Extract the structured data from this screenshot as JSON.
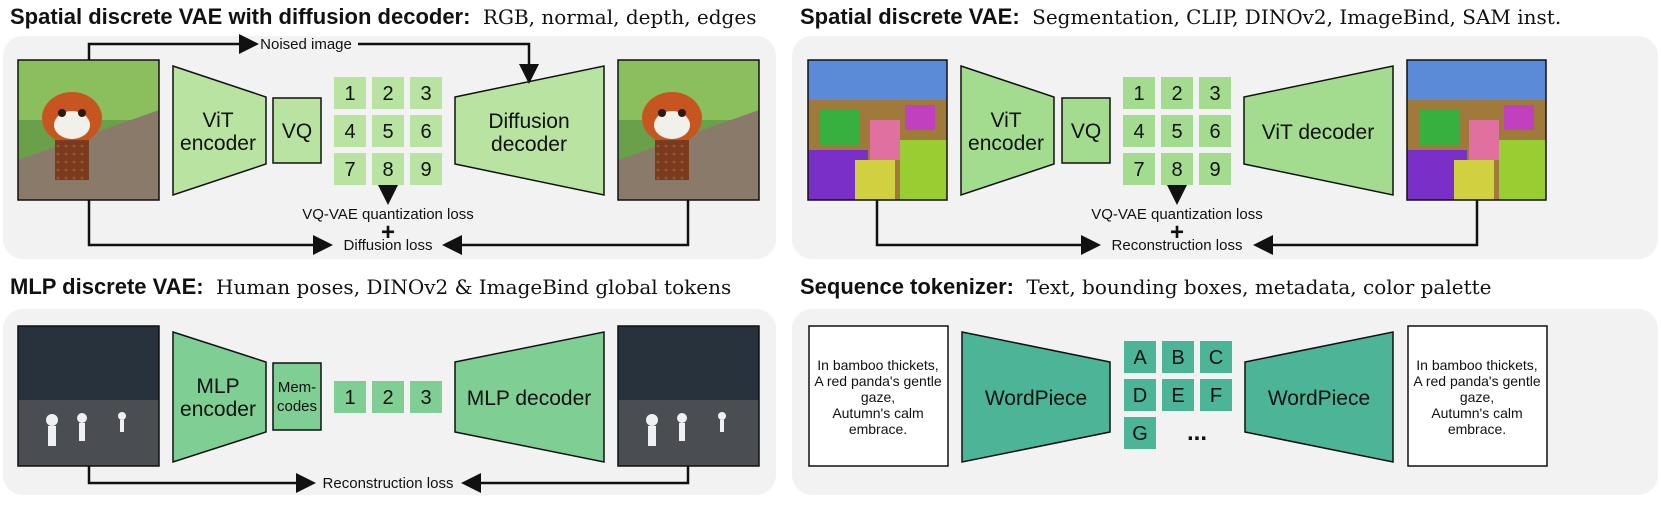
{
  "colors": {
    "panel_bg": "#f2f2f2",
    "light_green": "#b8e3a0",
    "mid_green": "#8fd48a",
    "mlp_green": "#7fcf95",
    "teal": "#4cb597",
    "token_green": "#8fd48a",
    "token_teal": "#4cb597",
    "stroke": "#111111"
  },
  "panels": {
    "spatial_diffusion": {
      "title_bold": "Spatial discrete VAE with diffusion decoder:",
      "title_rest": "RGB, normal, depth, edges",
      "encoder_line1": "ViT",
      "encoder_line2": "encoder",
      "quantizer": "VQ",
      "tokens": [
        "1",
        "2",
        "3",
        "4",
        "5",
        "6",
        "7",
        "8",
        "9"
      ],
      "decoder_line1": "Diffusion",
      "decoder_line2": "decoder",
      "noised_label": "Noised image",
      "loss1": "VQ-VAE quantization loss",
      "plus": "+",
      "loss2": "Diffusion loss",
      "input_image_icon": "red-panda-photo",
      "output_image_icon": "red-panda-photo"
    },
    "spatial": {
      "title_bold": "Spatial discrete VAE:",
      "title_rest": "Segmentation, CLIP, DINOv2, ImageBind, SAM inst.",
      "encoder_line1": "ViT",
      "encoder_line2": "encoder",
      "quantizer": "VQ",
      "tokens": [
        "1",
        "2",
        "3",
        "4",
        "5",
        "6",
        "7",
        "8",
        "9"
      ],
      "decoder_line1": "ViT decoder",
      "loss1": "VQ-VAE quantization loss",
      "plus": "+",
      "loss2": "Reconstruction loss",
      "input_image_icon": "segmentation-map",
      "output_image_icon": "segmentation-map"
    },
    "mlp": {
      "title_bold": "MLP discrete VAE:",
      "title_rest": "Human poses, DINOv2 & ImageBind global tokens",
      "encoder_line1": "MLP",
      "encoder_line2": "encoder",
      "quantizer_line1": "Mem-",
      "quantizer_line2": "codes",
      "tokens": [
        "1",
        "2",
        "3"
      ],
      "decoder_line1": "MLP decoder",
      "loss1": "Reconstruction loss",
      "input_image_icon": "human-pose-render",
      "output_image_icon": "human-pose-render"
    },
    "sequence": {
      "title_bold": "Sequence tokenizer:",
      "title_rest": "Text, bounding boxes, metadata, color palette",
      "input_text": [
        "In bamboo thickets,",
        "A red panda's gentle",
        "gaze,",
        "Autumn's calm",
        "embrace."
      ],
      "output_text": [
        "In bamboo thickets,",
        "A red panda's gentle",
        "gaze,",
        "Autumn's calm",
        "embrace."
      ],
      "encoder_line1": "WordPiece",
      "decoder_line1": "WordPiece",
      "tokens": [
        "A",
        "B",
        "C",
        "D",
        "E",
        "F",
        "G"
      ],
      "ellipsis": "..."
    }
  }
}
